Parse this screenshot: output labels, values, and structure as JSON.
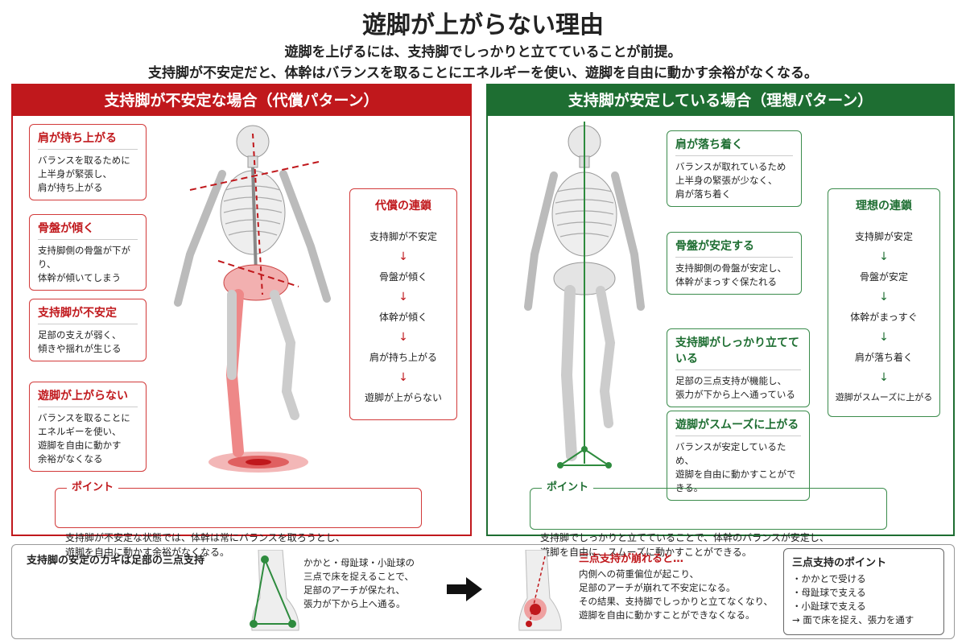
{
  "title": "遊脚が上がらない理由",
  "subtitle1": "遊脚を上げるには、支持脚でしっかりと立てていることが前提。",
  "subtitle2": "支持脚が不安定だと、体幹はバランスを取ることにエネルギーを使い、遊脚を自由に動かす余裕がなくなる。",
  "left": {
    "header": "支持脚が不安定な場合（代償パターン）",
    "cards": [
      {
        "title": "肩が持ち上がる",
        "body": "バランスを取るために\n上半身が緊張し、\n肩が持ち上がる"
      },
      {
        "title": "骨盤が傾く",
        "body": "支持脚側の骨盤が下がり、\n体幹が傾いてしまう"
      },
      {
        "title": "支持脚が不安定",
        "body": "足部の支えが弱く、\n傾きや揺れが生じる"
      },
      {
        "title": "遊脚が上がらない",
        "body": "バランスを取ることに\nエネルギーを使い、\n遊脚を自由に動かす\n余裕がなくなる"
      }
    ],
    "chain_title": "代償の連鎖",
    "chain": [
      "支持脚が不安定",
      "骨盤が傾く",
      "体幹が傾く",
      "肩が持ち上がる",
      "遊脚が上がらない"
    ],
    "point_label": "ポイント",
    "point_text": "支持脚が不安定な状態では、体幹は常にバランスを取ろうとし、\n遊脚を自由に動かす余裕がなくなる。",
    "color": "#c0181c"
  },
  "right": {
    "header": "支持脚が安定している場合（理想パターン）",
    "cards": [
      {
        "title": "肩が落ち着く",
        "body": "バランスが取れているため\n上半身の緊張が少なく、\n肩が落ち着く"
      },
      {
        "title": "骨盤が安定する",
        "body": "支持脚側の骨盤が安定し、\n体幹がまっすぐ保たれる"
      },
      {
        "title": "支持脚がしっかり立てている",
        "body": "足部の三点支持が機能し、\n張力が下から上へ通っている"
      },
      {
        "title": "遊脚がスムーズに上がる",
        "body": "バランスが安定しているため、\n遊脚を自由に動かすことができる。"
      }
    ],
    "chain_title": "理想の連鎖",
    "chain": [
      "支持脚が安定",
      "骨盤が安定",
      "体幹がまっすぐ",
      "肩が落ち着く",
      "遊脚がスムーズに上がる"
    ],
    "point_label": "ポイント",
    "point_text": "支持脚でしっかりと立てていることで、体幹のバランスが安定し、\n遊脚を自由に、スムーズに動かすことができる。",
    "color": "#1e6e32"
  },
  "bottom": {
    "title": "支持脚の安定のカギは足部の三点支持",
    "good_text": "かかと・母趾球・小趾球の\n三点で床を捉えることで、\n足部のアーチが保たれ、\n張力が下から上へ通る。",
    "warn_title": "三点支持が崩れると…",
    "warn_text": "内側への荷重偏位が起こり、\n足部のアーチが崩れて不安定になる。\nその結果、支持脚でしっかりと立てなくなり、\n遊脚を自由に動かすことができなくなる。",
    "key_title": "三点支持のポイント",
    "key_items": [
      "・かかとで受ける",
      "・母趾球で支える",
      "・小趾球で支える",
      "→ 面で床を捉え、張力を通す"
    ]
  },
  "icons": {
    "arrow_down": "↓",
    "big_arrow": "right-arrow-icon"
  }
}
